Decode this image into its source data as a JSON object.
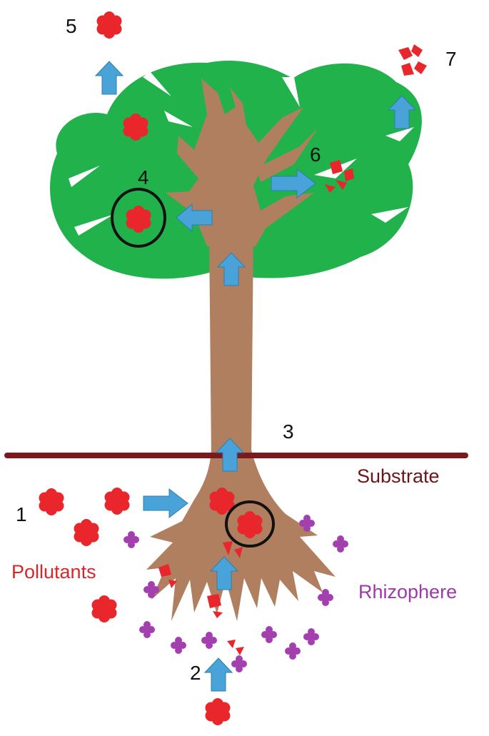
{
  "labels": {
    "substrate": "Substrate",
    "pollutants": "Pollutants",
    "rhizophere": "Rhizophere"
  },
  "step_numbers": {
    "n1": "1",
    "n2": "2",
    "n3": "3",
    "n4": "4",
    "n5": "5",
    "n6": "6",
    "n7": "7"
  },
  "colors": {
    "canopy": "#21b24b",
    "trunk": "#b07f5f",
    "pollutant": "#e8262b",
    "rhizosphere_particle": "#a43fb0",
    "arrow": "#4aa3d8",
    "substrate_line": "#7a1a1f",
    "pollutant_label": "#d9262b",
    "rhizophere_label": "#9b3aa8",
    "substrate_label": "#6e1418"
  }
}
